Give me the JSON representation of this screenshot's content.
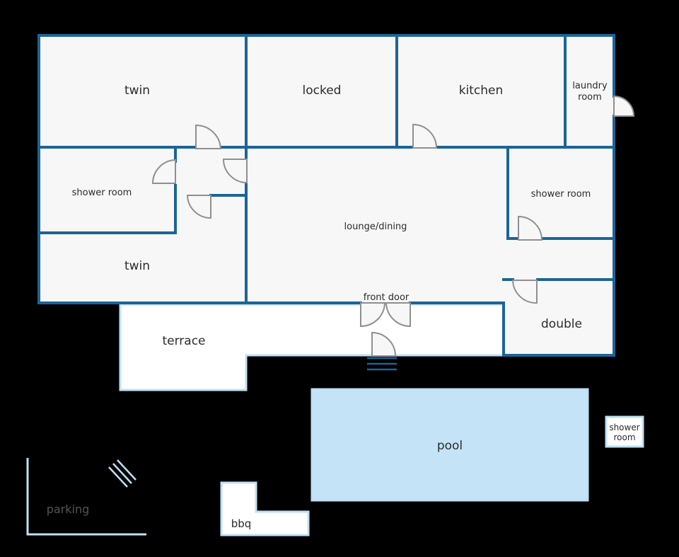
{
  "plan": {
    "colors": {
      "background": "#000000",
      "floor": "#f7f7f8",
      "wall": "#1c6496",
      "outdoor_outline": "#bfe0f4",
      "pool_fill": "#c4e3f7",
      "door_stroke": "#8f8f8f",
      "text": "#2b2b2b"
    },
    "rooms": {
      "twin_top": "twin",
      "locked": "locked",
      "kitchen": "kitchen",
      "laundry_line1": "laundry",
      "laundry_line2": "room",
      "shower_left": "shower room",
      "twin_bottom": "twin",
      "lounge": "lounge/dining",
      "shower_right": "shower room",
      "double": "double",
      "front_door": "front door"
    },
    "outdoor": {
      "terrace": "terrace",
      "pool": "pool",
      "shower_line1": "shower",
      "shower_line2": "room",
      "parking": "parking",
      "bbq": "bbq"
    }
  }
}
